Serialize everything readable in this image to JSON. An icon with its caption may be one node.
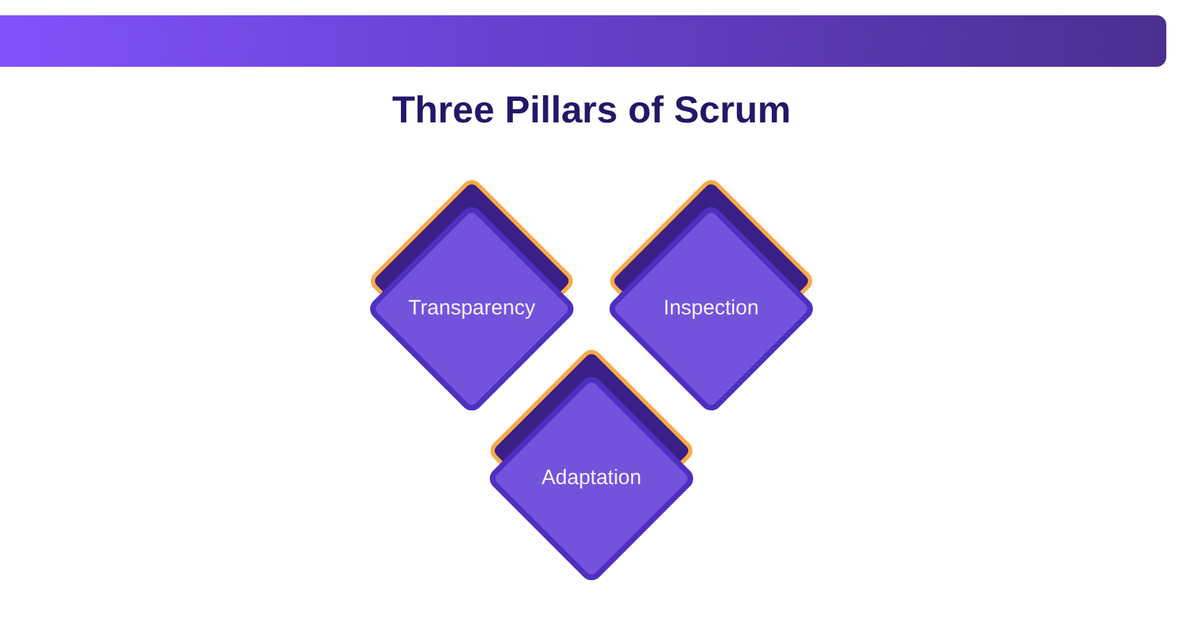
{
  "diagram": {
    "title": "Three Pillars of Scrum",
    "nodes": [
      {
        "text": [
          "Transparency"
        ]
      },
      {
        "text": [
          "Inspection"
        ]
      },
      {
        "text": [
          "Adaptation"
        ]
      }
    ]
  }
}
